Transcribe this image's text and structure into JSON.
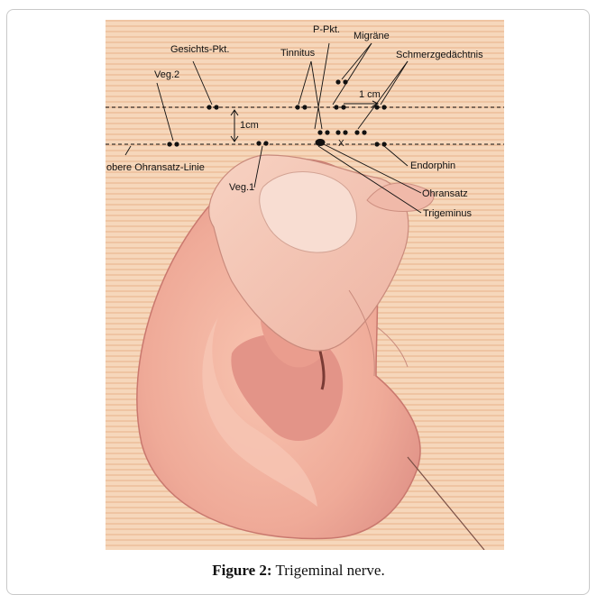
{
  "figure": {
    "labels": {
      "gesichts_pkt": "Gesichts-Pkt.",
      "p_pkt": "P-Pkt.",
      "migraene": "Migräne",
      "tinnitus": "Tinnitus",
      "schmerzgedaechtnis": "Schmerzgedächtnis",
      "veg2": "Veg.2",
      "one_cm_horizontal": "1 cm",
      "one_cm_vertical": "1cm",
      "obere_ohransatz_linie": "obere Ohransatz-Linie",
      "endorphin": "Endorphin",
      "veg1": "Veg.1",
      "ohransatz": "Ohransatz",
      "trigeminus": "Trigeminus",
      "x_mark": "X"
    },
    "colors": {
      "background": "#f4d0b2",
      "skin": "#f0b7a5",
      "skin_shadow": "#d98a82",
      "line": "#111111"
    }
  },
  "caption": {
    "label": "Figure 2:",
    "text": " Trigeminal nerve."
  }
}
